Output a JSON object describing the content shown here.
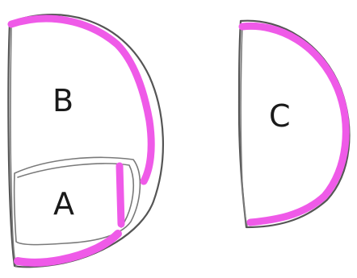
{
  "colors": {
    "highlight": "#ef5ae8",
    "outline": "#555555",
    "background": "#ffffff"
  },
  "labels": {
    "region_a": "A",
    "region_b": "B",
    "region_c": "C"
  }
}
